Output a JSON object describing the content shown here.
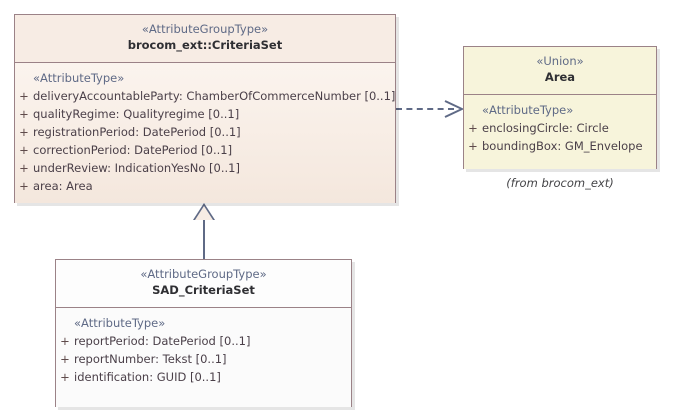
{
  "diagram": {
    "type": "uml-class-diagram",
    "background": "#ffffff",
    "colors": {
      "peach_header": "#f7ece4",
      "peach_body": "#f4e7dd",
      "yellow_fill": "#f7f4db",
      "white_fill": "#fdfdfd",
      "border": "#9b8287",
      "connector": "#5f6a86",
      "stereotype_text": "#5f6a86",
      "attribute_text": "#4a3f48"
    }
  },
  "classes": {
    "criteria_set": {
      "stereotype": "«AttributeGroupType»",
      "name": "brocom_ext::CriteriaSet",
      "compartment_stereotype": "«AttributeType»",
      "attributes": [
        {
          "visibility": "+",
          "text": "deliveryAccountableParty: ChamberOfCommerceNumber [0..1]"
        },
        {
          "visibility": "+",
          "text": "qualityRegime: Qualityregime [0..1]"
        },
        {
          "visibility": "+",
          "text": "registrationPeriod: DatePeriod [0..1]"
        },
        {
          "visibility": "+",
          "text": "correctionPeriod: DatePeriod [0..1]"
        },
        {
          "visibility": "+",
          "text": "underReview: IndicationYesNo [0..1]"
        },
        {
          "visibility": "+",
          "text": "area: Area"
        }
      ]
    },
    "area": {
      "stereotype": "«Union»",
      "name": "Area",
      "compartment_stereotype": "«AttributeType»",
      "attributes": [
        {
          "visibility": "+",
          "text": "enclosingCircle: Circle"
        },
        {
          "visibility": "+",
          "text": "boundingBox: GM_Envelope"
        }
      ],
      "from_package": "(from brocom_ext)"
    },
    "sad_criteria_set": {
      "stereotype": "«AttributeGroupType»",
      "name": "SAD_CriteriaSet",
      "compartment_stereotype": "«AttributeType»",
      "attributes": [
        {
          "visibility": "+",
          "text": "reportPeriod: DatePeriod [0..1]"
        },
        {
          "visibility": "+",
          "text": "reportNumber: Tekst [0..1]"
        },
        {
          "visibility": "+",
          "text": "identification: GUID [0..1]"
        }
      ]
    }
  },
  "connectors": {
    "dependency": {
      "kind": "dependency",
      "line_style": "dashed",
      "arrow_head": "open",
      "source": "brocom_ext::CriteriaSet",
      "target": "Area"
    },
    "generalization": {
      "kind": "generalization",
      "line_style": "solid",
      "arrow_head": "hollow-triangle",
      "source": "SAD_CriteriaSet",
      "target": "brocom_ext::CriteriaSet"
    }
  }
}
